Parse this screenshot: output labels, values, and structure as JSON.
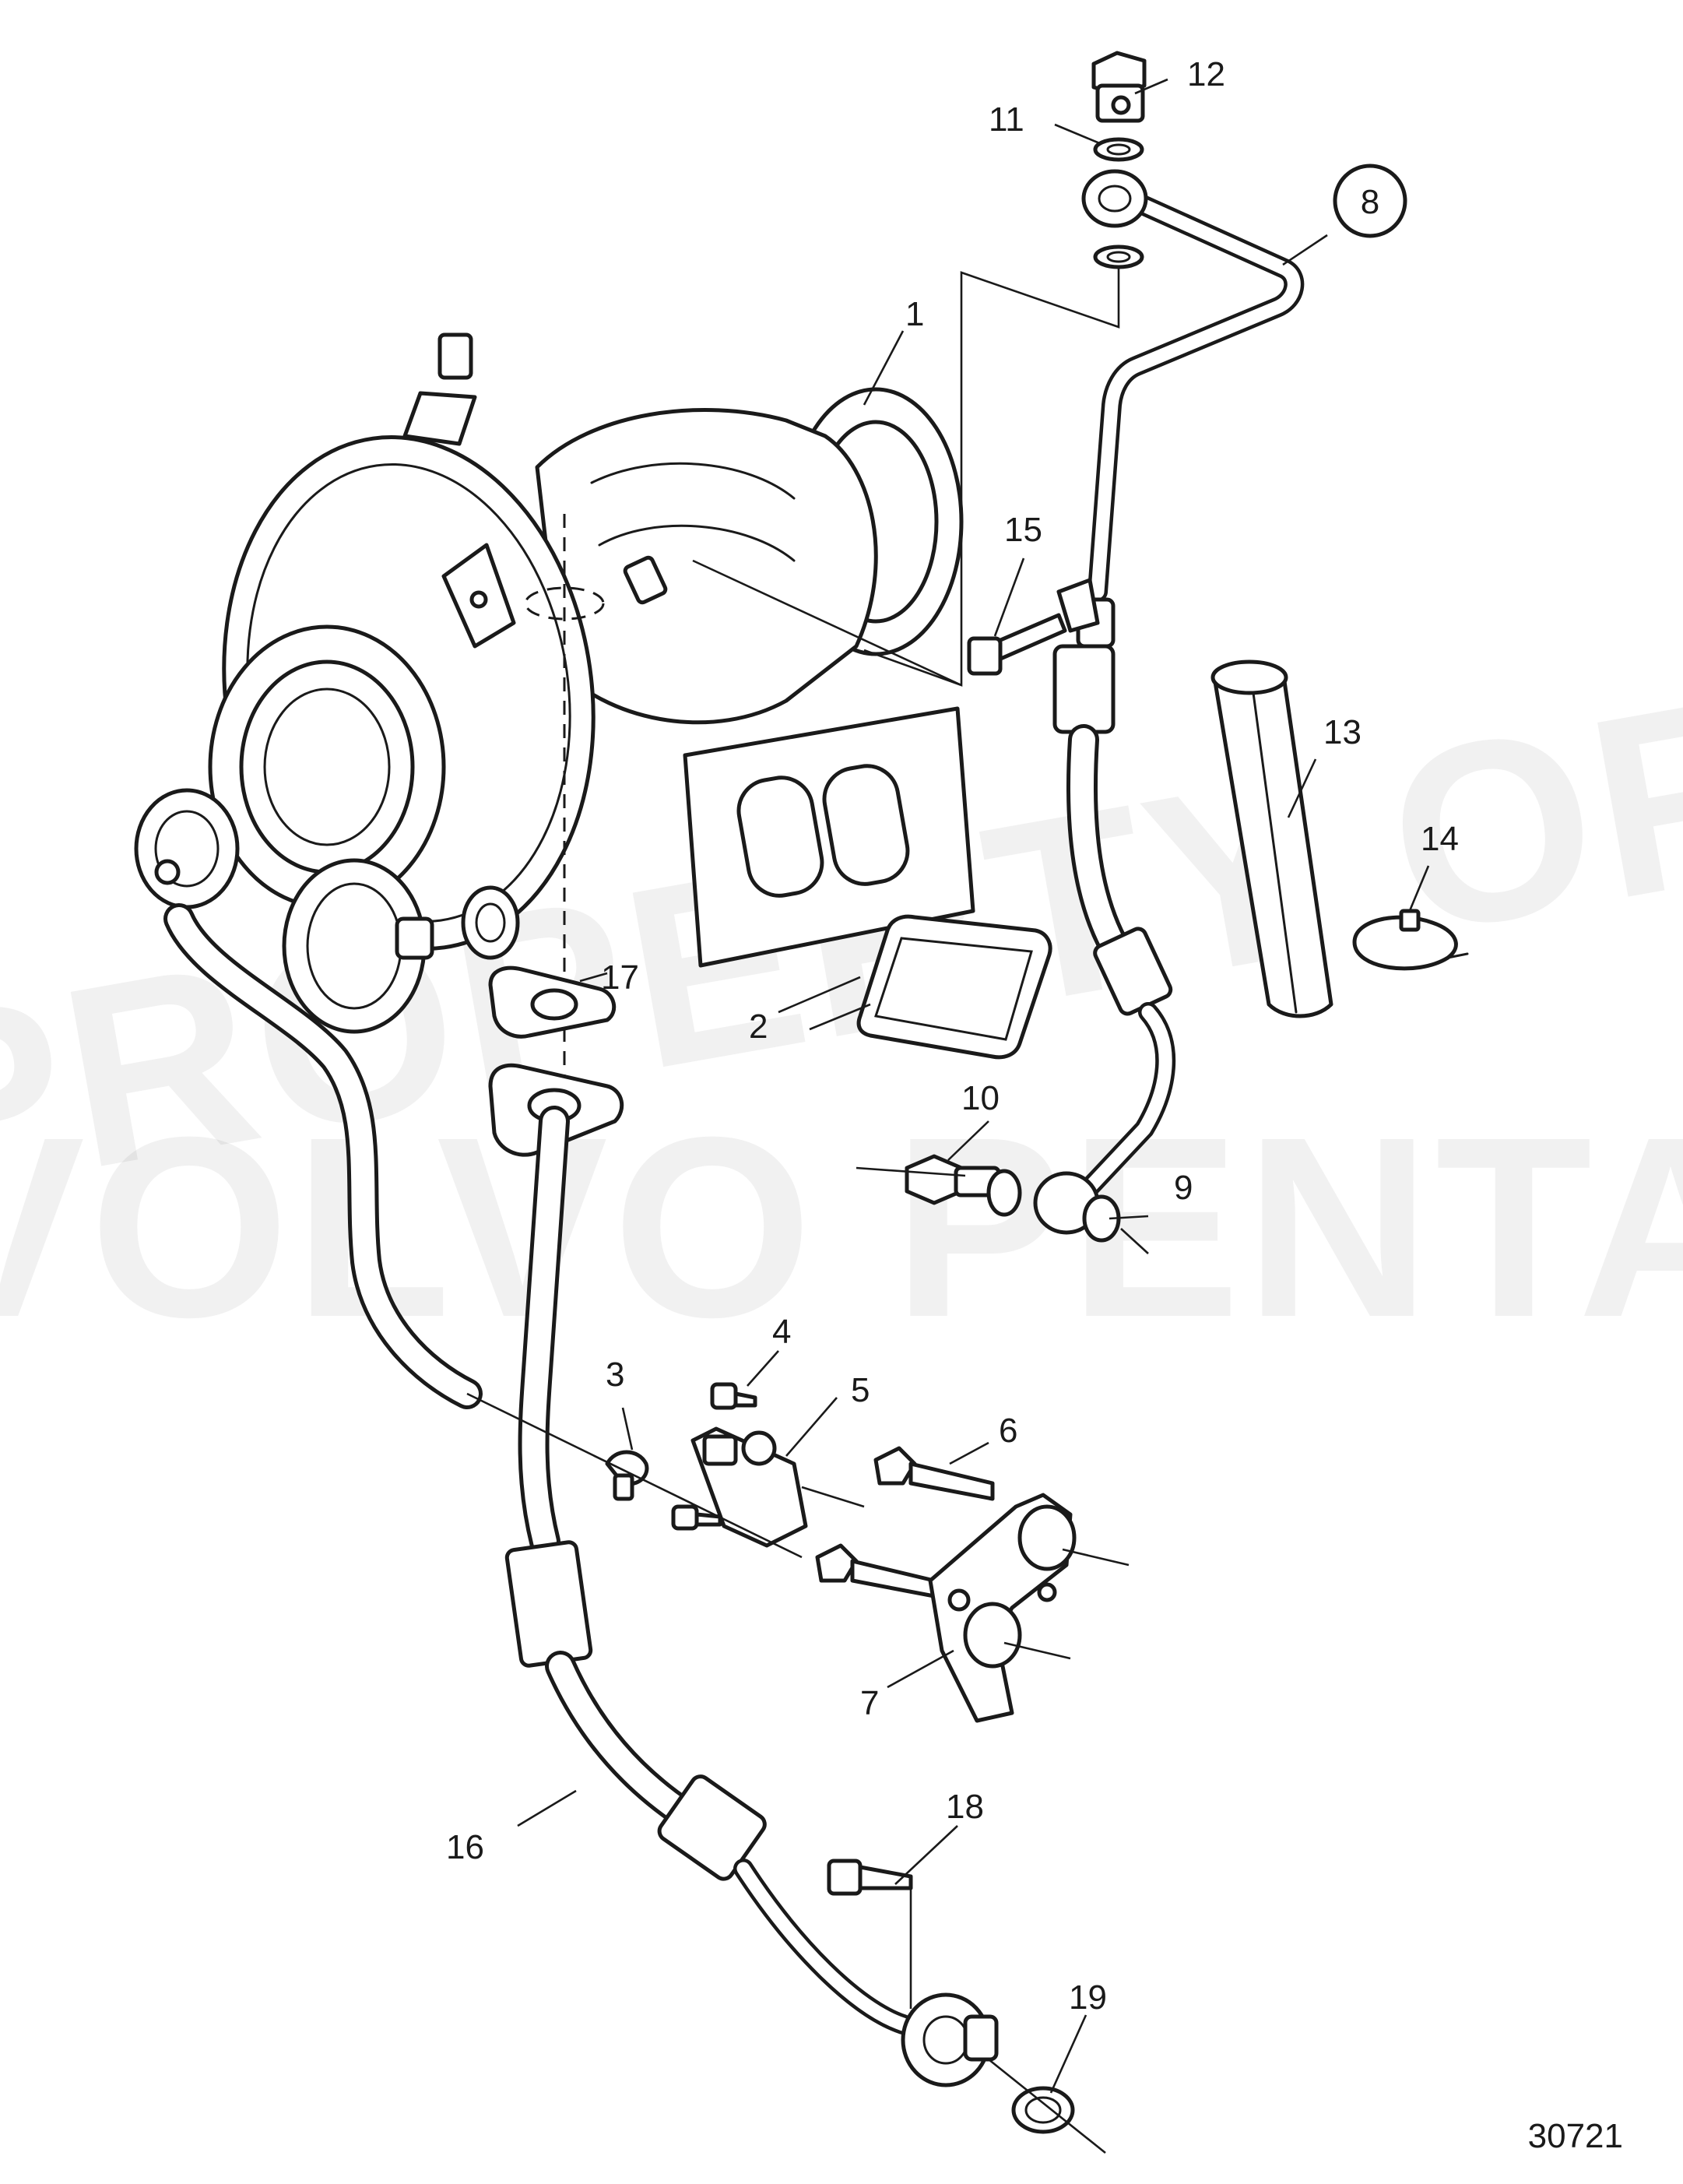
{
  "callouts": {
    "c1": "1",
    "c2": "2",
    "c3": "3",
    "c4": "4",
    "c5": "5",
    "c6": "6",
    "c7": "7",
    "c8": "8",
    "c9": "9",
    "c10": "10",
    "c11": "11",
    "c12": "12",
    "c13": "13",
    "c14": "14",
    "c15": "15",
    "c16": "16",
    "c17": "17",
    "c18": "18",
    "c19": "19"
  },
  "watermark": {
    "line1": "PROPERTY OF",
    "line2": "VOLVO PENTA"
  },
  "reference_number": "30721",
  "colors": {
    "ink": "#1a1a1a",
    "paper": "#ffffff"
  }
}
